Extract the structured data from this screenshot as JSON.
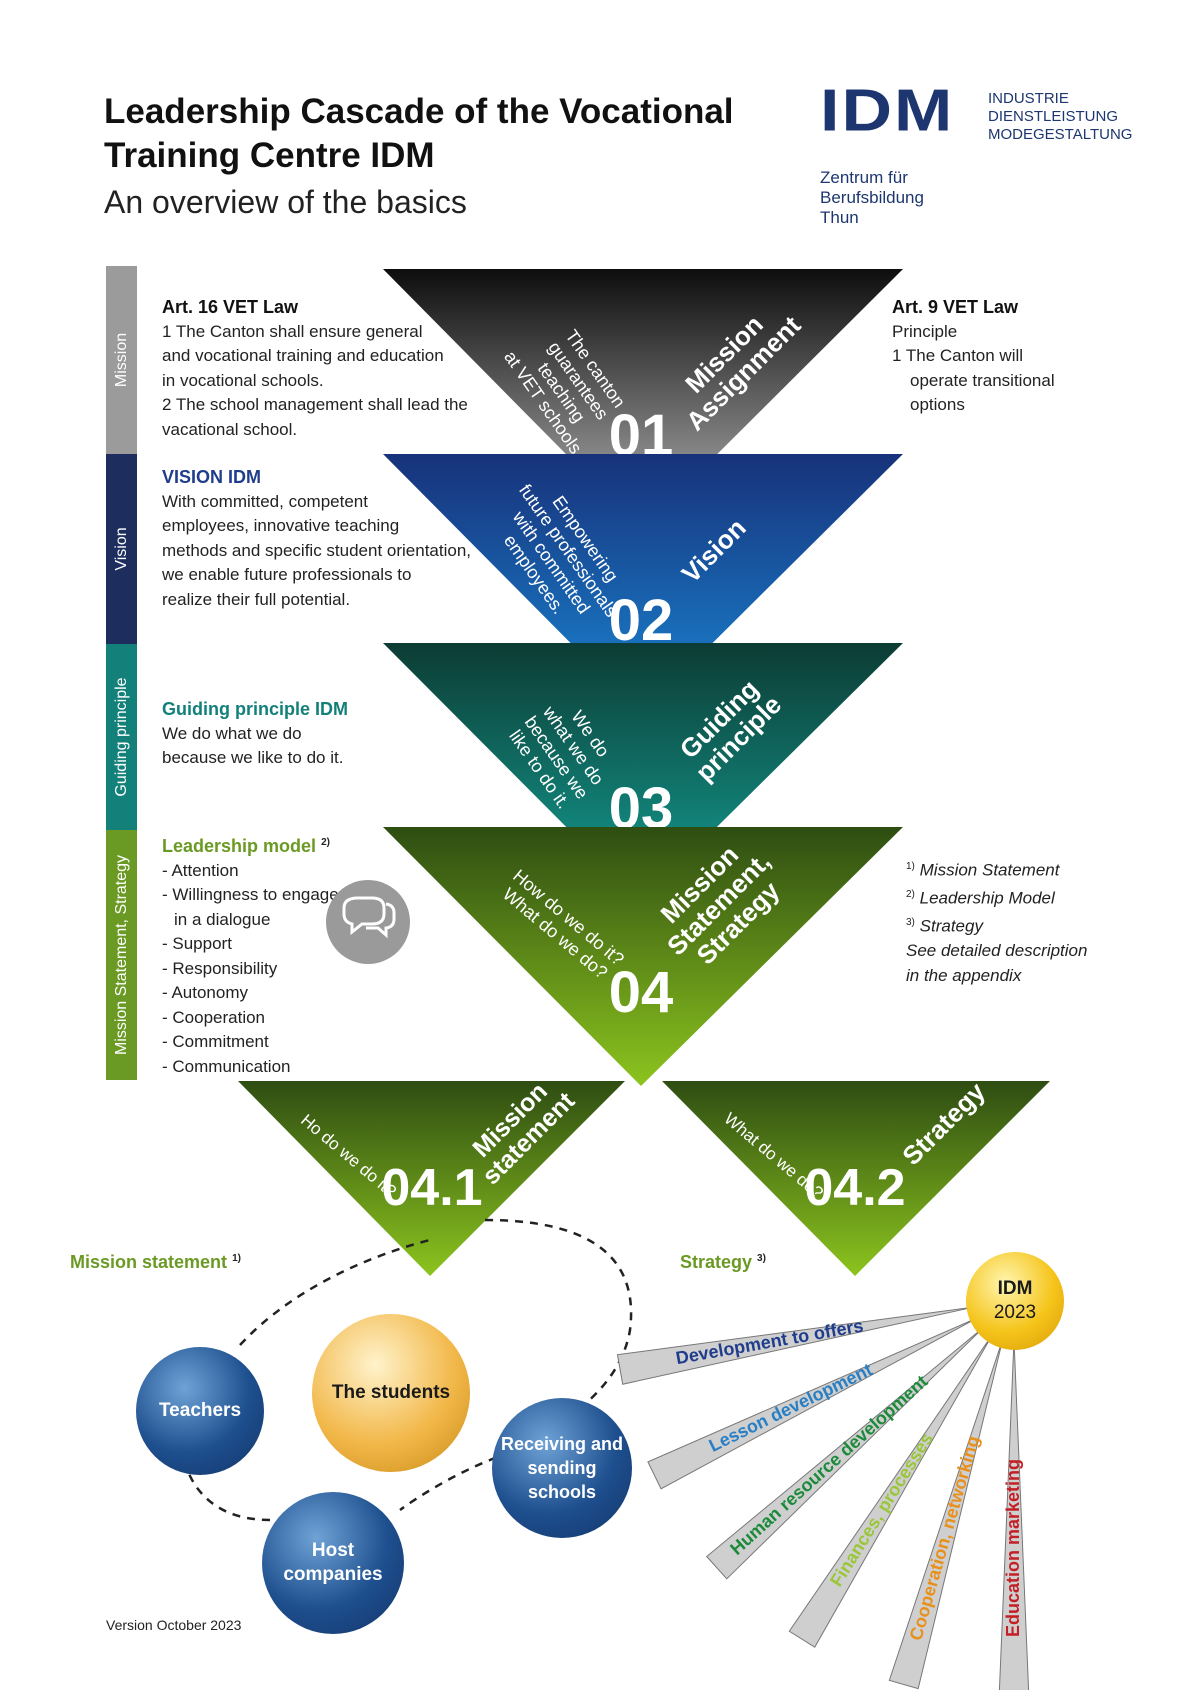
{
  "header": {
    "title": "Leadership Cascade of the Vocational Training Centre IDM",
    "subtitle": "An overview of the basics"
  },
  "logo": {
    "mark": "IDM",
    "lines": [
      "INDUSTRIE",
      "DIENSTLEISTUNG",
      "MODEGESTALTUNG"
    ],
    "sub": [
      "Zentrum für",
      "Berufsbildung",
      "Thun"
    ]
  },
  "side_bars": [
    {
      "label": "Mission",
      "color": "#9b9b9b"
    },
    {
      "label": "Vision",
      "color": "#1d2e5e"
    },
    {
      "label": "Guiding principle",
      "color": "#13807a"
    },
    {
      "label": "Mission Statement, Strategy",
      "color": "#6b9a24"
    }
  ],
  "left_texts": {
    "law16": {
      "heading": "Art. 16 VET Law",
      "lines": [
        "1  The Canton shall ensure general",
        "and vocational training and education",
        "in vocational schools.",
        "2  The school management shall lead the",
        "vacational school."
      ]
    },
    "vision": {
      "heading": "VISION IDM",
      "lines": [
        "With committed, competent",
        "employees, innovative teaching",
        "methods and specific student orientation,",
        "we enable future professionals to",
        "realize their full potential."
      ]
    },
    "guiding": {
      "heading": "Guiding principle IDM",
      "lines": [
        "We do what we do",
        "because we like to do it."
      ]
    },
    "leadership": {
      "heading": "Leadership model",
      "sup": "2)",
      "items": [
        "Attention",
        "Willingness to engage",
        "in a dialogue",
        "Support",
        "Responsibility",
        "Autonomy",
        "Cooperation",
        "Commitment",
        "Communication"
      ]
    }
  },
  "right_texts": {
    "law9": {
      "heading": "Art. 9 VET Law",
      "lines": [
        "Principle",
        "1  The Canton will",
        "operate transitional",
        "options"
      ]
    },
    "notes": [
      {
        "sup": "1)",
        "text": "Mission Statement"
      },
      {
        "sup": "2)",
        "text": "Leadership Model"
      },
      {
        "sup": "3)",
        "text": "Strategy"
      },
      {
        "sup": "",
        "text": "See detailed description"
      },
      {
        "sup": "",
        "text": "in the appendix"
      }
    ]
  },
  "triangles": [
    {
      "number": "01",
      "title_lines": [
        "Mission",
        "Assignment"
      ],
      "inner_lines": [
        "The canton",
        "guarantees",
        "teaching",
        "at VET schools."
      ],
      "color_top": "#0d0d0d",
      "color_bottom": "#b7b7b7"
    },
    {
      "number": "02",
      "title_lines": [
        "Vision"
      ],
      "inner_lines": [
        "Empowering",
        "future professionals",
        "with committed",
        "employees."
      ],
      "color_top": "#17327a",
      "color_bottom": "#1a86d4"
    },
    {
      "number": "03",
      "title_lines": [
        "Guiding",
        "principle"
      ],
      "inner_lines": [
        "We do",
        "what we do",
        "because we",
        "like to do it."
      ],
      "color_top": "#0c3c34",
      "color_bottom": "#14a095"
    },
    {
      "number": "04",
      "title_lines": [
        "Mission",
        "Statement,",
        "Strategy"
      ],
      "inner_lines": [
        "How do we do it?",
        "What do we do?"
      ],
      "color_top": "#2e4d12",
      "color_bottom": "#8cc41e"
    },
    {
      "number": "04.1",
      "title_lines": [
        "Mission",
        "statement"
      ],
      "inner_lines": [
        "Ho do we do it?"
      ],
      "color_top": "#2e4d12",
      "color_bottom": "#8cc41e"
    },
    {
      "number": "04.2",
      "title_lines": [
        "Strategy"
      ],
      "inner_lines": [
        "What do we do?"
      ],
      "color_top": "#2e4d12",
      "color_bottom": "#8cc41e"
    }
  ],
  "mission_statement": {
    "label": "Mission statement",
    "sup": "1)",
    "balls": [
      "Teachers",
      "The students",
      "Receiving and sending schools",
      "Host companies"
    ]
  },
  "strategy": {
    "label": "Strategy",
    "sup": "3)",
    "hub_lines": [
      "IDM",
      "2023"
    ],
    "rays": [
      {
        "label": "Development to offers",
        "color": "#1f3d8c"
      },
      {
        "label": "Lesson development",
        "color": "#2a7fc4"
      },
      {
        "label": "Human resource development",
        "color": "#1c8a3a"
      },
      {
        "label": "Finances, processes",
        "color": "#9ac63a"
      },
      {
        "label": "Cooperation, networking",
        "color": "#e8901c"
      },
      {
        "label": "Education marketing",
        "color": "#c32026"
      }
    ]
  },
  "footer": {
    "version": "Version October 2023"
  }
}
